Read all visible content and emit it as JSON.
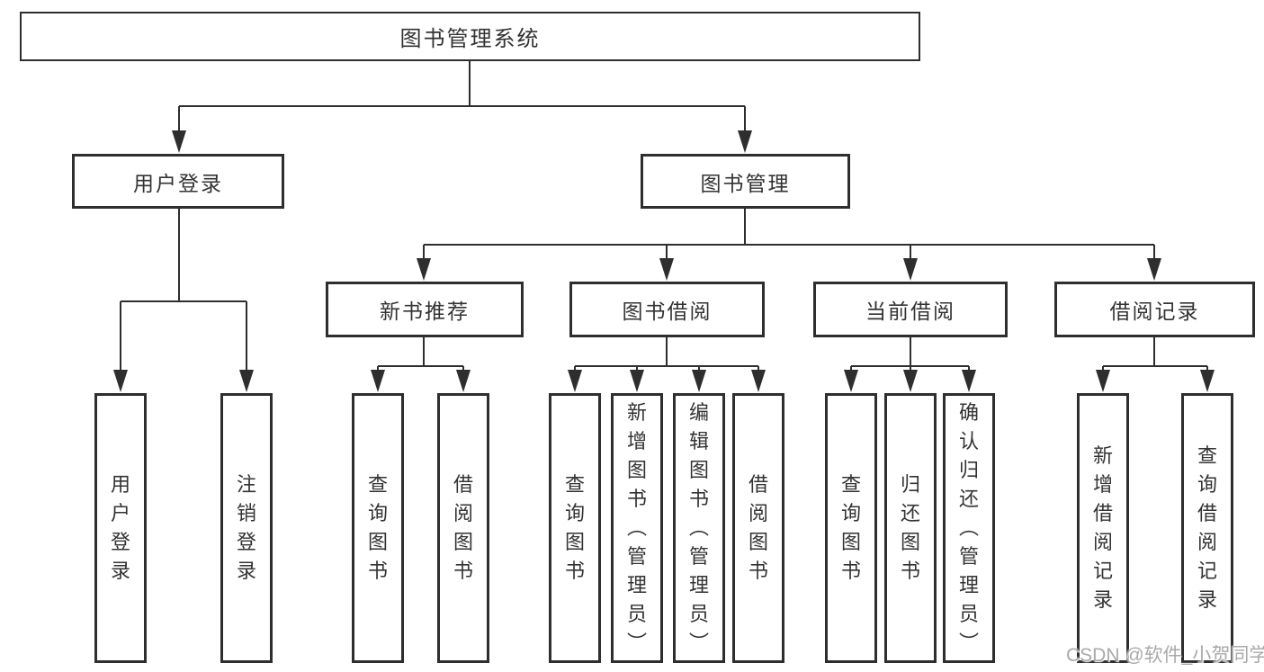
{
  "diagram": {
    "tree": {
      "root": "图书管理系统",
      "children": [
        {
          "label": "用户登录",
          "children": [
            "用户登录",
            "注销登录"
          ]
        },
        {
          "label": "图书管理",
          "children": [
            {
              "label": "新书推荐",
              "children": [
                "查询图书",
                "借阅图书"
              ]
            },
            {
              "label": "图书借阅",
              "children": [
                "查询图书",
                "新增图书（管理员）",
                "编辑图书（管理员）",
                "借阅图书"
              ]
            },
            {
              "label": "当前借阅",
              "children": [
                "查询图书",
                "归还图书",
                "确认归还（管理员）"
              ]
            },
            {
              "label": "借阅记录",
              "children": [
                "新增借阅记录",
                "查询借阅记录"
              ]
            }
          ]
        }
      ]
    },
    "watermark": "CSDN @软件_小贺同学",
    "colors": {
      "line": "#2e2e2e",
      "text": "#333333",
      "background": "#ffffff",
      "watermark": "#a9a9a9"
    }
  }
}
